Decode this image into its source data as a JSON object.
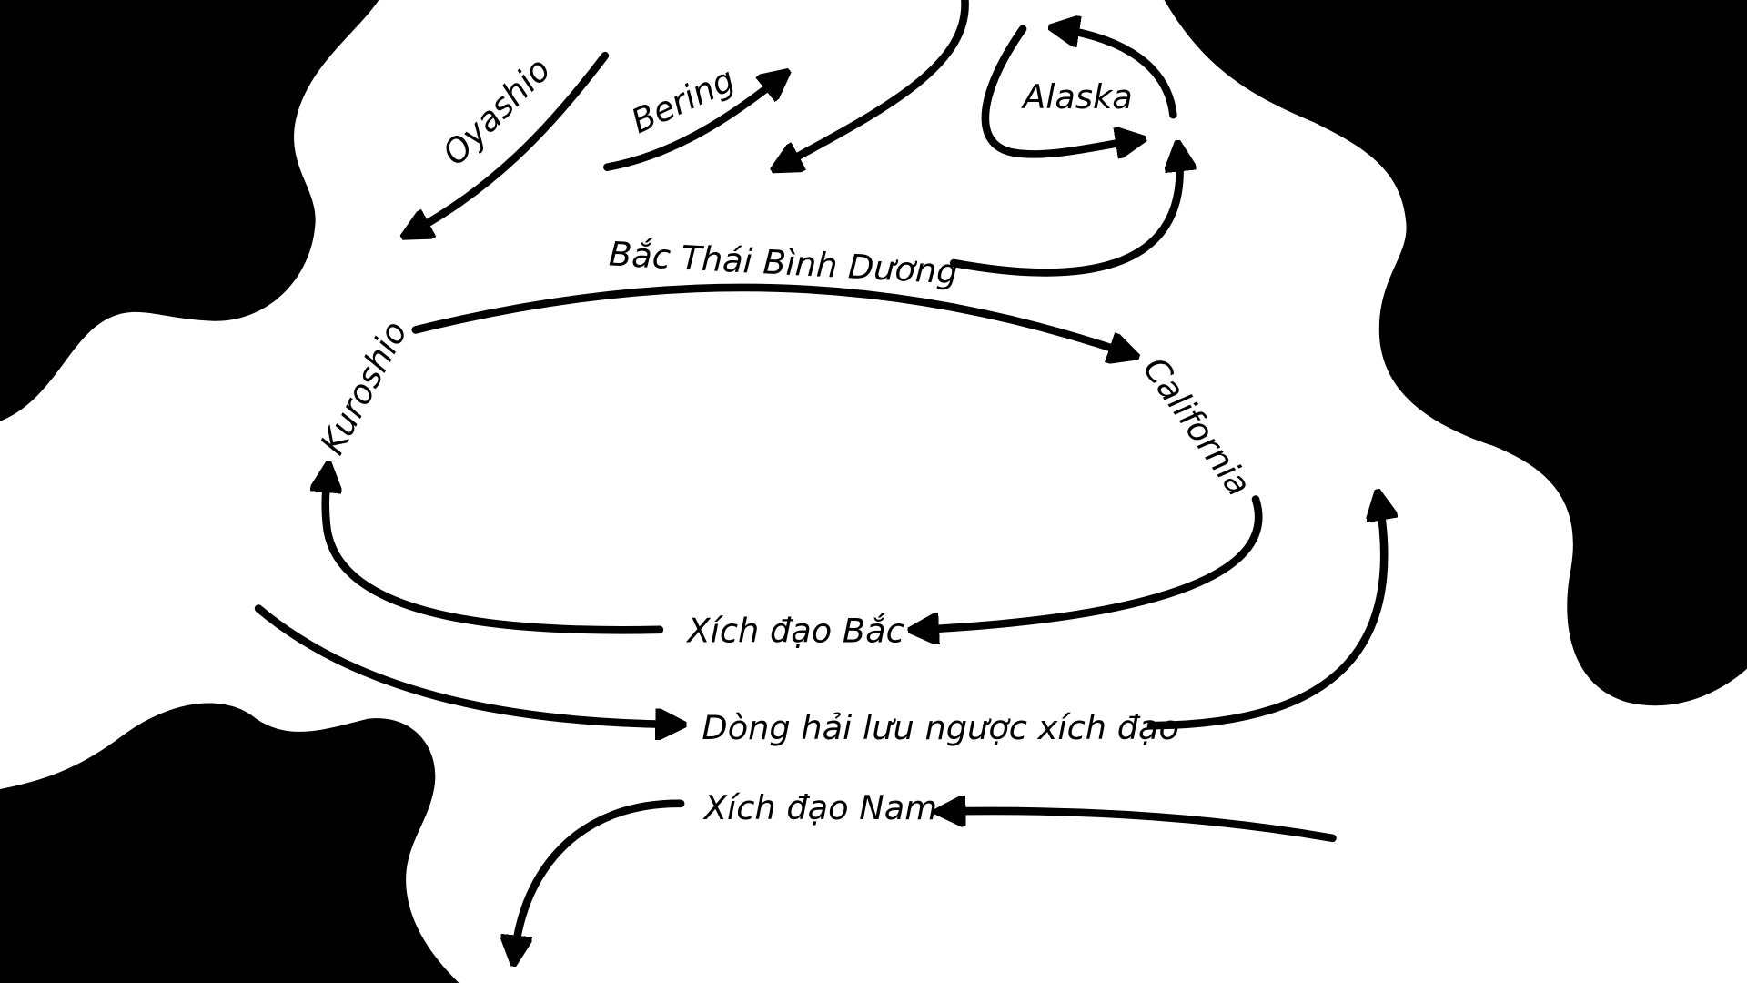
{
  "colors": {
    "land": "#000000",
    "ocean": "#ffffff",
    "current": "#000000"
  },
  "labels": {
    "oyashio": "Oyashio",
    "bering": "Bering",
    "alaska": "Alaska",
    "north_pacific": "Bắc Thái Bình Dương",
    "kuroshio": "Kuroshio",
    "california": "California",
    "north_equatorial": "Xích đạo Bắc",
    "counter_equatorial": "Dòng hải lưu ngược xích đạo",
    "south_equatorial": "Xích đạo Nam"
  }
}
